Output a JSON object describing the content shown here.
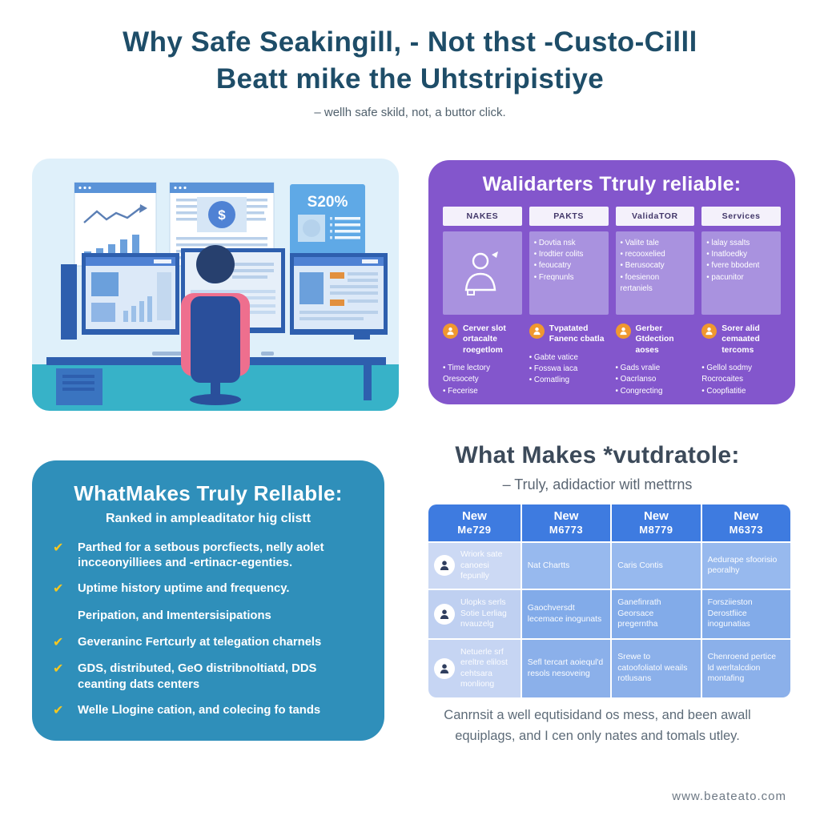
{
  "header": {
    "title_line1": "Why Safe Seakingill, - Not thst -Custo-Cilll",
    "title_line2": "Beatt mike the Uhtstripistiye",
    "subtitle": "– wellh safe skild, not, a buttor click."
  },
  "illustration": {
    "bubble_text": "S20%",
    "doc_symbol": "$"
  },
  "validator_panel": {
    "title": "Walidarters Ttruly reliable:",
    "columns": [
      {
        "header": "NAKES",
        "top_items": [],
        "feature_title": "Cerver slot ortacalte roegetlom",
        "bottom_items": [
          "Time lectory Oresocety",
          "Fecerise"
        ]
      },
      {
        "header": "PAKTS",
        "top_items": [
          "Dovtia nsk",
          "Irodtier colits",
          "feoucatry",
          "Freqnunls"
        ],
        "feature_title": "Tvpatated Fanenc cbatla",
        "bottom_items": [
          "Gabte vatice",
          "Fosswa iaca",
          "Comatling"
        ]
      },
      {
        "header": "ValidaTOR",
        "top_items": [
          "Valite tale",
          "recooxelied",
          "Berusocaty",
          "foesienon rertaniels"
        ],
        "feature_title": "Gerber Gtdection aoses",
        "bottom_items": [
          "Gads vralie",
          "Oacrlanso",
          "Congrecting"
        ]
      },
      {
        "header": "Services",
        "top_items": [
          "lalay ssalts",
          "Inatloedky",
          "fvere bbodent",
          "pacunitor"
        ],
        "feature_title": "Sorer alid cemaated tercoms",
        "bottom_items": [
          "Gellol sodmy Rocrocaites",
          "Coopfiatitie"
        ]
      }
    ]
  },
  "reliable_panel": {
    "title": "WhatMakes Truly Rellable:",
    "subtitle": "Ranked in ampleaditator hig clistt",
    "items": [
      {
        "check": true,
        "text": "Parthed for a setbous porcfiects, nelly aolet incceonyilliees and -ertinacr-egenties."
      },
      {
        "check": true,
        "text": "Uptime history uptime and frequency."
      },
      {
        "check": false,
        "text": "Peripation, and Imentersisipations"
      },
      {
        "check": true,
        "text": "Geveraninc Fertcurly at telegation charnels"
      },
      {
        "check": true,
        "text": "GDS, distributed, GeO distribnoltiatd, DDS ceanting dats centers"
      },
      {
        "check": true,
        "text": "Welle Llogine cation, and colecing fo tands"
      }
    ]
  },
  "metrics_section": {
    "title": "What Makes *vutdratole:",
    "subtitle": "– Truly, adidactior witl mettrns",
    "table": {
      "headers": [
        {
          "top": "New",
          "code": "Me729"
        },
        {
          "top": "New",
          "code": "M6773"
        },
        {
          "top": "New",
          "code": "M8779"
        },
        {
          "top": "New",
          "code": "M6373"
        }
      ],
      "rows": [
        [
          "Wriork sate canoesi fepunlly",
          "Nat Chartts",
          "Caris Contis",
          "Aedurape sfoorisio peoralhy"
        ],
        [
          "Ulopks serls Sotie Lerliag nvauzelg",
          "Gaochversdt lecemace inogunats",
          "Ganefinrath Georsace pregerntha",
          "Forsziieston Derostfiice inogunatias"
        ],
        [
          "Netuerle srf ereltre elilost cehtsara monliong",
          "Sefl tercart aoiequl'd resols nesoveing",
          "Srewe to catoofoliatol weails rotlusans",
          "Chenroend pertice ld werltalcdion montafing"
        ]
      ]
    },
    "note_line1": "Canrnsit a well equtisidand os mess, and been awall",
    "note_line2": "equiplags, and I cen only nates and tomals utley."
  },
  "footer": {
    "url": "www.beateato.com"
  },
  "colors": {
    "title_navy": "#1e4d68",
    "purple_panel": "#8356cc",
    "purple_cell": "#a992df",
    "teal_panel": "#2f8fba",
    "table_header_blue": "#3e7be0",
    "orange_icon": "#f0982f",
    "check_yellow": "#f7c71f",
    "illustration_bg": "#dff0fa",
    "floor_teal": "#37b2c8"
  }
}
